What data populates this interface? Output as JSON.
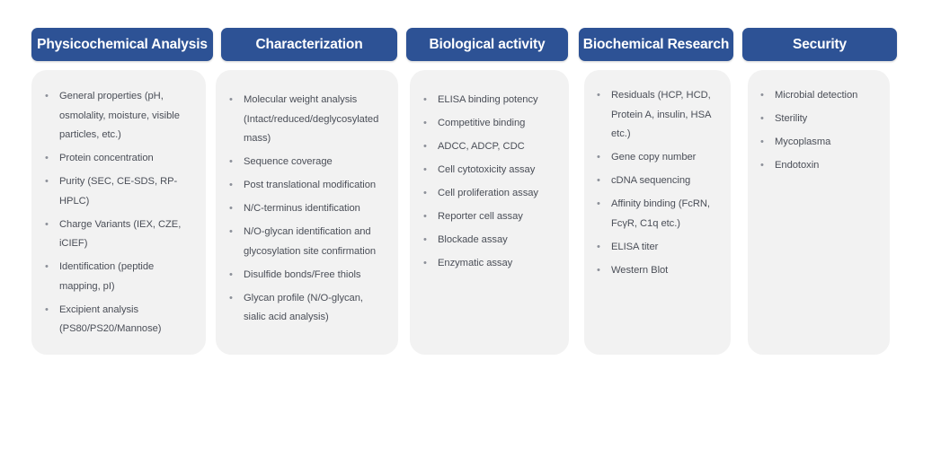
{
  "theme": {
    "header_color": "#2D5295",
    "header_text_color": "#FFFFFF",
    "card_background": "#F2F2F2",
    "body_text_color": "#4B4F58",
    "bullet_color": "#8C9099",
    "page_background": "#FFFFFF"
  },
  "bullet_glyph": "•",
  "columns": [
    {
      "id": "physicochemical-analysis",
      "title": "Physicochemical Analysis",
      "items": [
        "General properties (pH, osmolality, moisture, visible particles, etc.)",
        "Protein concentration",
        "Purity (SEC,  CE-SDS, RP-HPLC)",
        "Charge Variants (IEX, CZE, iCIEF)",
        "Identification (peptide mapping, pI)",
        "Excipient analysis (PS80/PS20/Mannose)"
      ]
    },
    {
      "id": "characterization",
      "title": "Characterization",
      "items": [
        "Molecular weight analysis (Intact/reduced/deglycosylated mass)",
        "Sequence coverage",
        "Post translational modification",
        "N/C-terminus identification",
        "N/O-glycan identification and glycosylation site confirmation",
        "Disulfide bonds/Free thiols",
        "Glycan profile (N/O-glycan, sialic acid analysis)"
      ]
    },
    {
      "id": "biological-activity",
      "title": "Biological activity",
      "items": [
        "ELISA binding potency",
        "Competitive binding",
        "ADCC, ADCP, CDC",
        "Cell cytotoxicity assay",
        "Cell proliferation assay",
        "Reporter cell assay",
        "Blockade assay",
        "Enzymatic assay"
      ]
    },
    {
      "id": "biochemical-research",
      "title": "Biochemical Research",
      "items": [
        "Residuals (HCP, HCD, Protein A, insulin, HSA etc.)",
        "Gene copy number",
        "cDNA sequencing",
        "Affinity binding (FcRN, FcγR, C1q etc.)",
        "ELISA titer",
        "Western Blot"
      ]
    },
    {
      "id": "security",
      "title": "Security",
      "items": [
        "Microbial detection",
        "Sterility",
        "Mycoplasma",
        "Endotoxin"
      ]
    }
  ]
}
